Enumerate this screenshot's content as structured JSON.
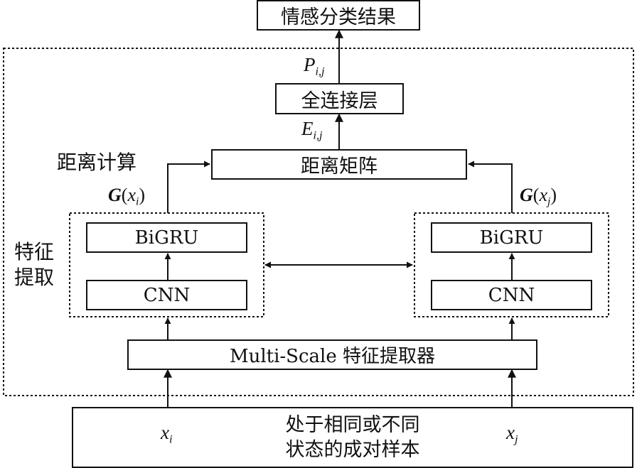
{
  "colors": {
    "ink": "#111111",
    "background": "#ffffff"
  },
  "output": {
    "label": "情感分类结果"
  },
  "fc": {
    "label": "全连接层"
  },
  "distance_matrix": {
    "label": "距离矩阵"
  },
  "distance_compute": {
    "label": "距离计算"
  },
  "feature_extraction": {
    "line1": "特征",
    "line2": "提取"
  },
  "left_branch": {
    "top_label": "BiGRU",
    "bottom_label": "CNN",
    "g_symbol": "G",
    "x_var": "x",
    "x_sub": "i"
  },
  "right_branch": {
    "top_label": "BiGRU",
    "bottom_label": "CNN",
    "g_symbol": "G",
    "x_var": "x",
    "x_sub": "j"
  },
  "multiscale": {
    "label": "Multi-Scale 特征提取器"
  },
  "input": {
    "line1": "处于相同或不同",
    "line2": "状态的成对样本",
    "left_var": "x",
    "left_sub": "i",
    "right_var": "x",
    "right_sub": "j"
  },
  "p_label": {
    "var": "P",
    "sub": "i,j"
  },
  "e_label": {
    "var": "E",
    "sub": "i,j"
  }
}
